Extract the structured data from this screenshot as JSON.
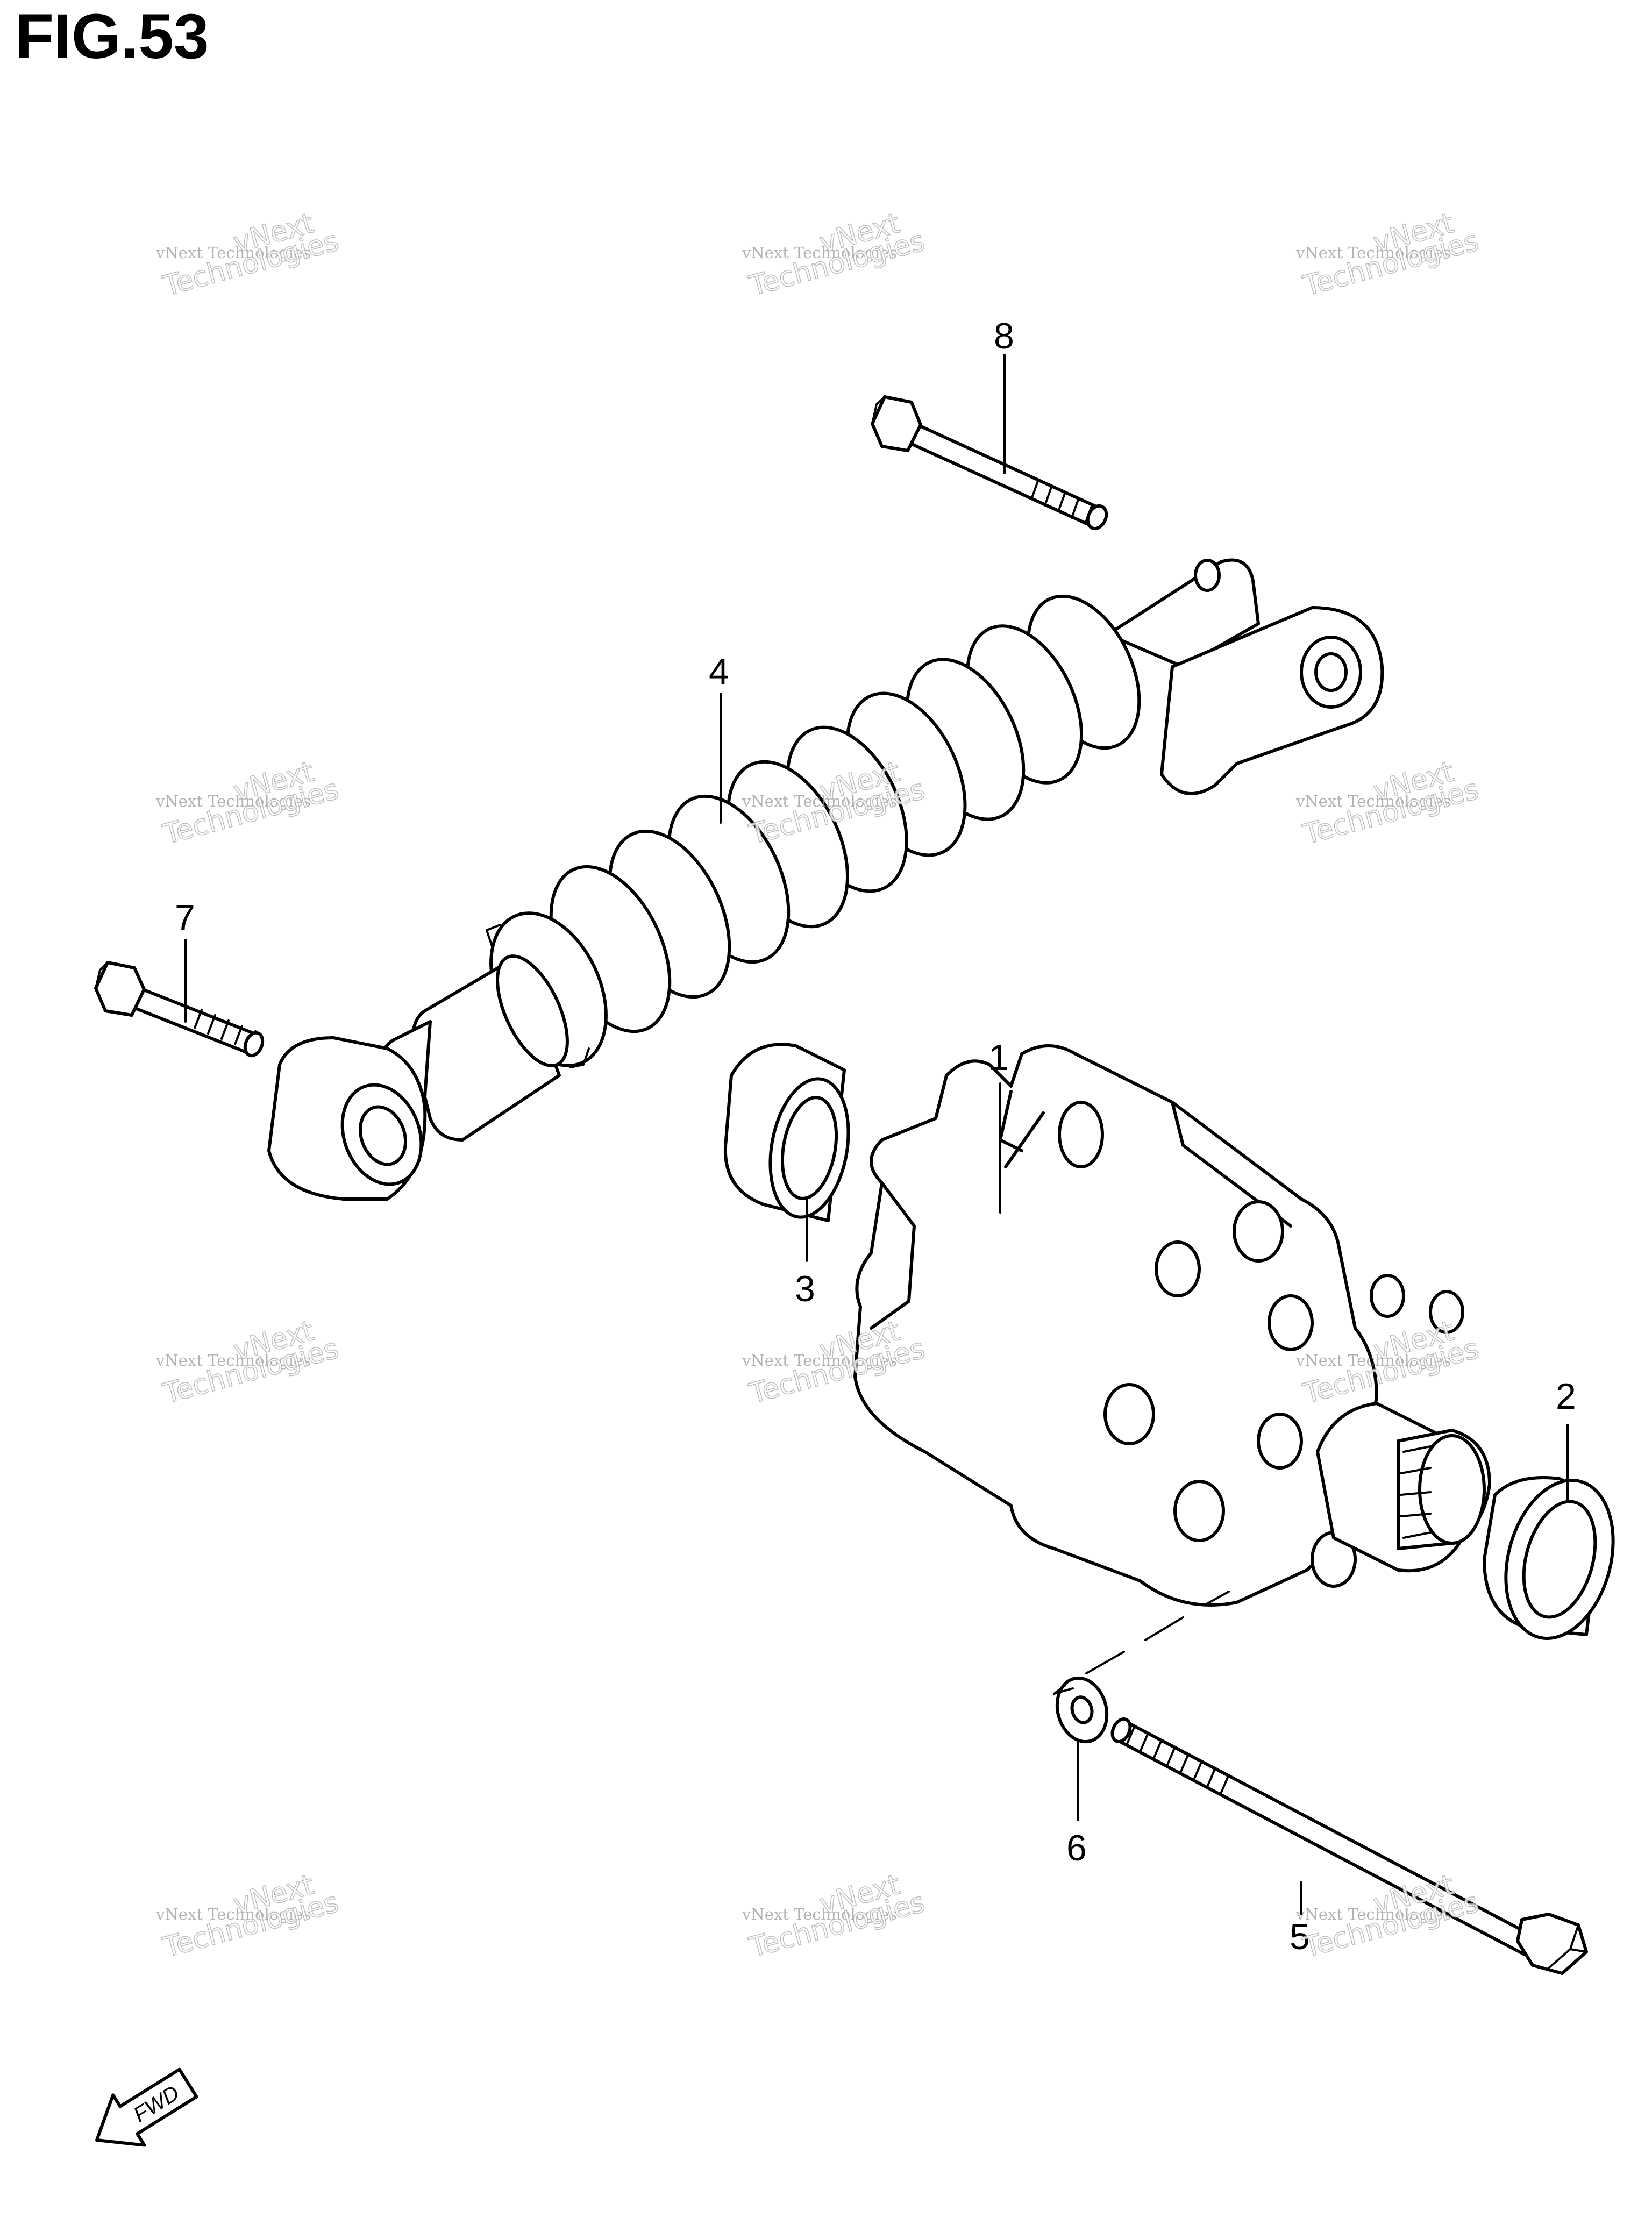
{
  "figure": {
    "title": "FIG.53"
  },
  "callouts": [
    {
      "id": "1",
      "label": "1"
    },
    {
      "id": "2",
      "label": "2"
    },
    {
      "id": "3",
      "label": "3"
    },
    {
      "id": "4",
      "label": "4"
    },
    {
      "id": "5",
      "label": "5"
    },
    {
      "id": "6",
      "label": "6"
    },
    {
      "id": "7",
      "label": "7"
    },
    {
      "id": "8",
      "label": "8"
    }
  ],
  "direction_badge": {
    "label": "FWD"
  },
  "watermark": {
    "line_small": "vNext Technologies",
    "line_big_a": "vNext",
    "line_big_b": "Technologies"
  }
}
